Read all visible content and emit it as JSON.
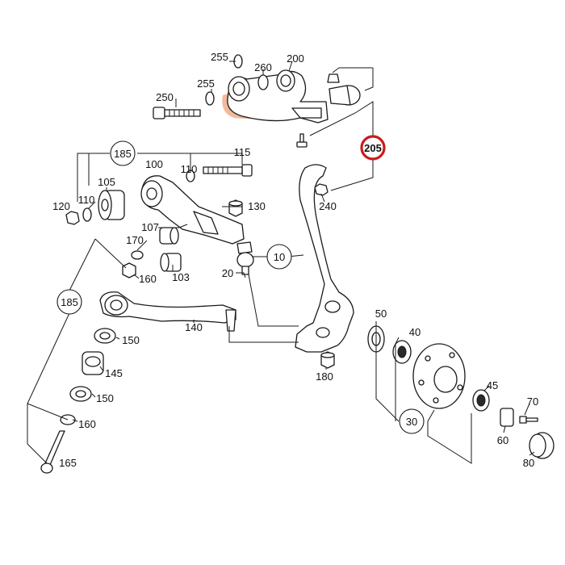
{
  "colors": {
    "highlight_ring": "#cc1a1a",
    "highlight_glow": "#e8824a",
    "line": "#1a1a1a"
  },
  "highlighted_part": "205",
  "labels": {
    "p255a": "255",
    "p260": "260",
    "p200": "200",
    "p255b": "255",
    "p250": "250",
    "p205": "205",
    "p185a": "185",
    "p115": "115",
    "p100": "100",
    "p110a": "110",
    "p105": "105",
    "p120": "120",
    "p110b": "110",
    "p130": "130",
    "p240": "240",
    "p107": "107",
    "p170": "170",
    "p10": "10",
    "p103": "103",
    "p20": "20",
    "p160a": "160",
    "p185b": "185",
    "p140": "140",
    "p150a": "150",
    "p145": "145",
    "p150b": "150",
    "p160b": "160",
    "p165": "165",
    "p180": "180",
    "p50": "50",
    "p40": "40",
    "p45": "45",
    "p30": "30",
    "p70": "70",
    "p60": "60",
    "p80": "80"
  }
}
